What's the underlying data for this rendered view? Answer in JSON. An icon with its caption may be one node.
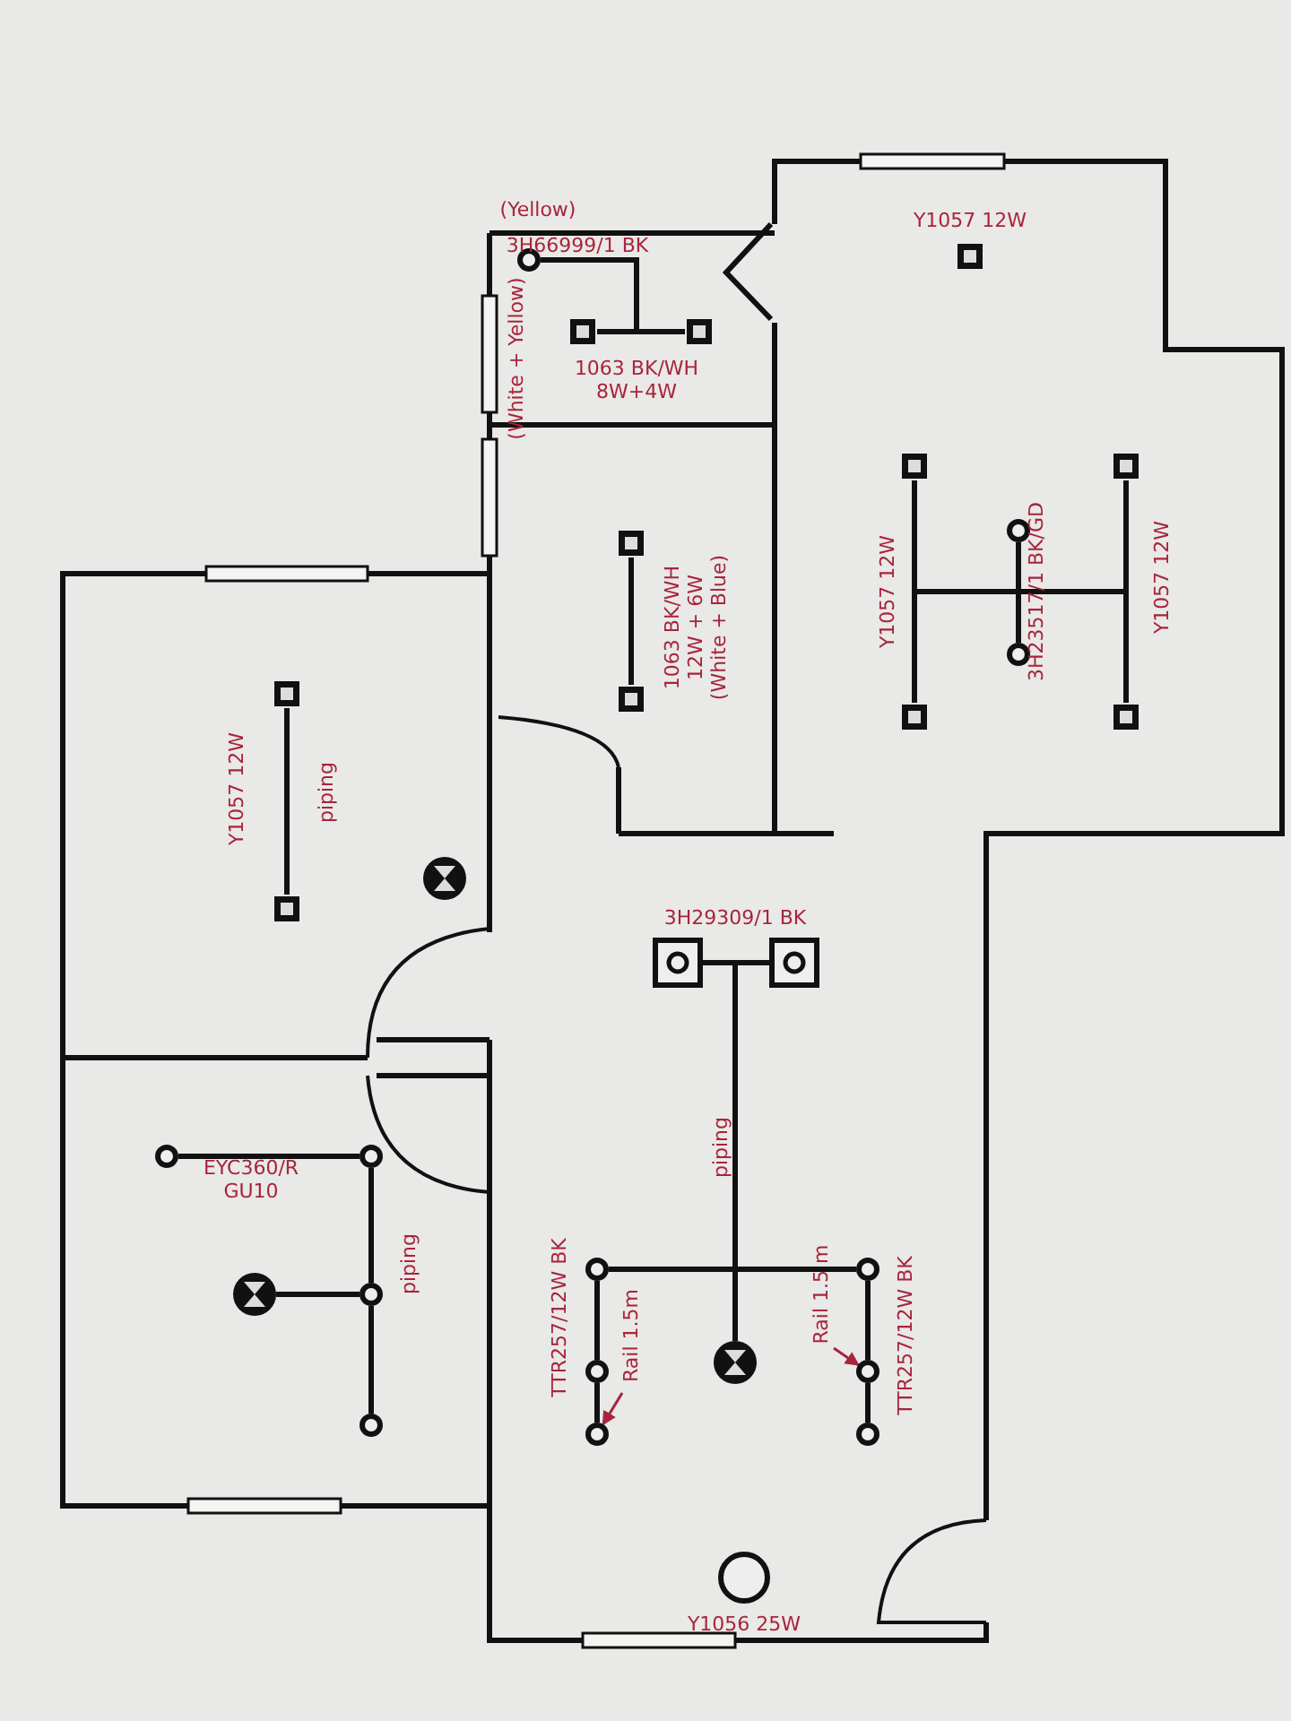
{
  "diagram": {
    "nodes": [
      {
        "text": [
          "Rail 1.5m"
        ]
      },
      {
        "text": [
          "Rail 1.5 m"
        ]
      },
      {
        "text": [],
        "shape": "circle"
      },
      {
        "text": [],
        "shape": "box"
      },
      {
        "text": [],
        "shape": "box"
      },
      {
        "text": [],
        "shape": "box"
      },
      {
        "text": [],
        "shape": "box"
      },
      {
        "text": [],
        "shape": "box"
      },
      {
        "text": [],
        "shape": "circle"
      },
      {
        "text": [],
        "shape": "circle"
      },
      {
        "text": [],
        "shape": "box"
      },
      {
        "text": [],
        "shape": "box"
      },
      {
        "text": [],
        "shape": "box"
      },
      {
        "text": [],
        "shape": "box"
      },
      {
        "text": [],
        "shape": "box"
      },
      {
        "text": [],
        "shape": "circle"
      },
      {
        "text": [],
        "shape": "box"
      },
      {
        "text": [],
        "shape": "box"
      },
      {
        "text": [],
        "shape": "box"
      },
      {
        "text": [],
        "shape": "circle"
      },
      {
        "text": [],
        "shape": "circle"
      },
      {
        "text": [],
        "shape": "circle"
      },
      {
        "text": [],
        "shape": "circle"
      },
      {
        "text": [],
        "shape": "circle"
      },
      {
        "text": [],
        "shape": "circle"
      },
      {
        "text": [],
        "shape": "circle"
      },
      {
        "text": [],
        "shape": "circle"
      },
      {
        "text": [],
        "shape": "circle"
      },
      {
        "text": [],
        "shape": "circle"
      },
      {
        "text": [],
        "shape": "circle"
      },
      {
        "text": [],
        "shape": "circle"
      },
      {
        "text": [],
        "shape": "circle",
        "beside": [
          "Y1056 25W"
        ]
      }
    ],
    "edges": [
      {
        "from": 0,
        "to": 29,
        "arrow": "to",
        "color": "#a8243c"
      },
      {
        "from": 1,
        "to": 27,
        "arrow": "to",
        "color": "#a8243c"
      },
      {
        "from": 2,
        "to": 3,
        "arrow": "none"
      },
      {
        "from": 2,
        "to": 4,
        "arrow": "none"
      },
      {
        "from": 6,
        "to": 10,
        "arrow": "none"
      },
      {
        "from": 7,
        "to": 11,
        "arrow": "none"
      },
      {
        "from": 8,
        "to": 9,
        "arrow": "none"
      },
      {
        "from": 10,
        "to": 11,
        "arrow": "none"
      },
      {
        "from": 12,
        "to": 13,
        "arrow": "none"
      },
      {
        "from": 14,
        "to": 16,
        "arrow": "none"
      },
      {
        "from": 17,
        "to": 18,
        "arrow": "none"
      },
      {
        "from": 17,
        "to": 25,
        "arrow": "none"
      },
      {
        "from": 17,
        "to": 23,
        "arrow": "none"
      },
      {
        "from": 17,
        "to": 24,
        "arrow": "none"
      },
      {
        "from": 19,
        "to": 20,
        "arrow": "none"
      },
      {
        "from": 20,
        "to": 21,
        "arrow": "none"
      },
      {
        "from": 22,
        "to": 21,
        "arrow": "none"
      },
      {
        "from": 21,
        "to": 28,
        "arrow": "none"
      },
      {
        "from": 23,
        "to": 26,
        "arrow": "none"
      },
      {
        "from": 26,
        "to": 29,
        "arrow": "none"
      },
      {
        "from": 24,
        "to": 27,
        "arrow": "none"
      },
      {
        "from": 27,
        "to": 30,
        "arrow": "none"
      }
    ],
    "labels": [
      "(Yellow)",
      "3H66999/1 BK",
      "(White + Yellow)",
      "1063 BK/WH 8W+4W",
      "Y1057 12W",
      "1063 BK/WH 12W + 6W (White + Blue)",
      "Y1057 12W",
      "3H23517/1 BK/GD",
      "Y1057 12W",
      "Y1057 12W",
      "piping",
      "3H29309/1 BK",
      "EYC360/R GU10",
      "piping",
      "piping",
      "TTR257/12W BK",
      "TTR257/12W BK"
    ]
  }
}
